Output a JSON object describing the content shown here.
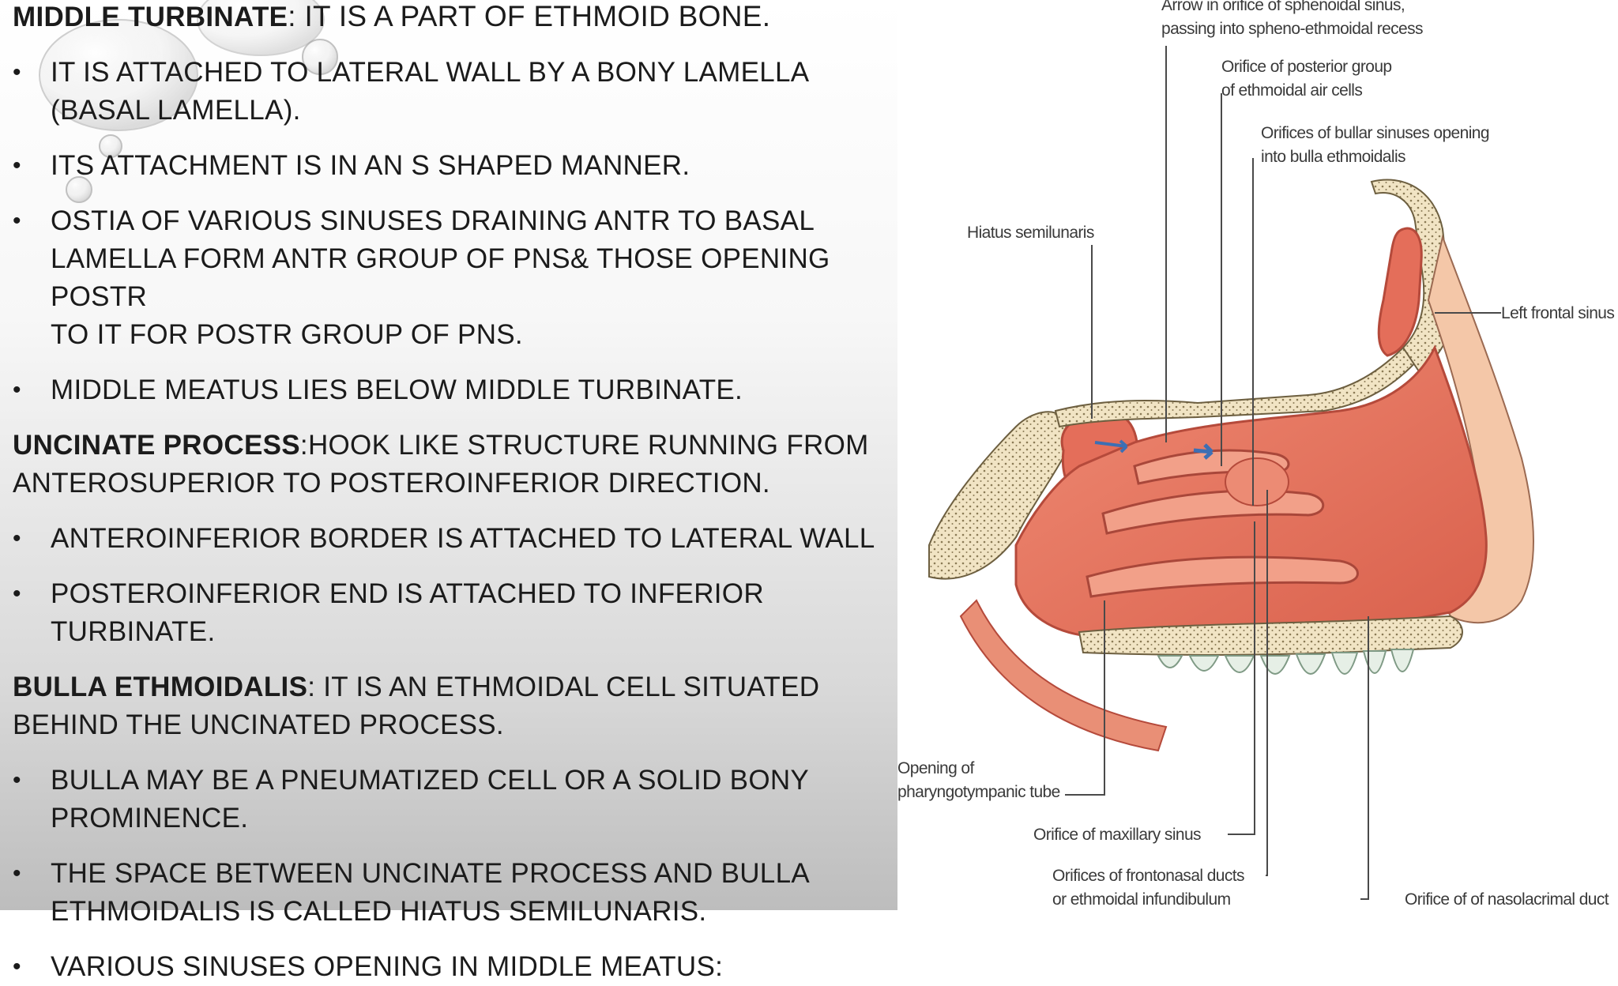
{
  "sections": [
    {
      "heading_bold": "MIDDLE TURBINATE",
      "heading_rest": ": IT IS A PART OF ETHMOID BONE.",
      "bullets": [
        [
          "IT IS ATTACHED TO LATERAL WALL BY A BONY LAMELLA",
          "(BASAL LAMELLA)."
        ],
        [
          "ITS ATTACHMENT IS IN AN S SHAPED MANNER."
        ],
        [
          "OSTIA OF VARIOUS SINUSES DRAINING ANTR TO BASAL",
          "LAMELLA FORM ANTR GROUP OF PNS& THOSE OPENING POSTR",
          "TO IT FOR POSTR GROUP OF PNS."
        ],
        [
          "MIDDLE MEATUS LIES BELOW MIDDLE TURBINATE."
        ]
      ]
    },
    {
      "heading_bold": "UNCINATE PROCESS",
      "heading_rest": ":HOOK LIKE STRUCTURE RUNNING FROM",
      "heading_rest2": "ANTEROSUPERIOR TO POSTEROINFERIOR DIRECTION.",
      "bullets": [
        [
          "ANTEROINFERIOR BORDER IS ATTACHED TO LATERAL WALL"
        ],
        [
          "POSTEROINFERIOR END IS ATTACHED TO INFERIOR TURBINATE."
        ]
      ]
    },
    {
      "heading_bold": "BULLA ETHMOIDALIS",
      "heading_rest": ": IT IS AN ETHMOIDAL CELL SITUATED",
      "heading_rest2": "BEHIND THE UNCINATED PROCESS.",
      "bullets": [
        [
          "BULLA MAY BE A PNEUMATIZED CELL OR A SOLID BONY",
          "PROMINENCE."
        ],
        [
          "THE SPACE BETWEEN UNCINATE PROCESS AND BULLA",
          "ETHMOIDALIS IS CALLED HIATUS SEMILUNARIS."
        ],
        [
          "VARIOUS SINUSES OPENING IN MIDDLE MEATUS:"
        ]
      ]
    }
  ],
  "figure_labels": {
    "arrow_sphenoid": [
      "Arrow in orifice of sphenoidal sinus,",
      "passing into spheno-ethmoidal recess"
    ],
    "posterior_ethmoid": [
      "Orifice of posterior group",
      "of ethmoidal air cells"
    ],
    "bullar_sinuses": [
      "Orifices of bullar sinuses opening",
      "into bulla ethmoidalis"
    ],
    "hiatus": "Hiatus semilunaris",
    "frontal_sinus": "Left frontal sinus",
    "pharyngotympanic": [
      "Opening of",
      "pharyngotympanic tube"
    ],
    "maxillary": "Orifice of maxillary sinus",
    "frontonasal": [
      "Orifices of frontonasal ducts",
      "or ethmoidal infundibulum"
    ],
    "nasolacrimal": "Orifice of of nasolacrimal duct"
  },
  "colors": {
    "mucosa": "#e8735f",
    "mucosa_dark": "#c9503f",
    "bone": "#f1e4c4",
    "bone_dots": "#8a7a55",
    "tooth": "#e6efe6",
    "text": "#1b1b1b"
  }
}
